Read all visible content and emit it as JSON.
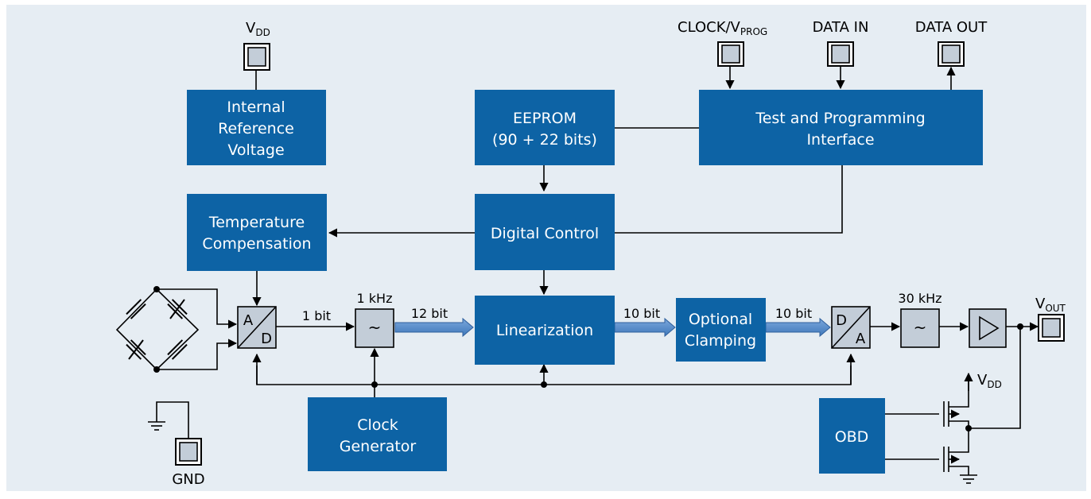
{
  "pins": {
    "vdd": {
      "main": "V",
      "sub": "DD"
    },
    "clock": {
      "main": "CLOCK/V",
      "sub": "PROG"
    },
    "data_in": "DATA IN",
    "data_out": "DATA OUT",
    "vout": {
      "main": "V",
      "sub": "OUT"
    },
    "gnd": "GND",
    "vdd2": {
      "main": "V",
      "sub": "DD"
    }
  },
  "blocks": {
    "ref_voltage": [
      "Internal",
      "Reference",
      "Voltage"
    ],
    "eeprom": [
      "EEPROM",
      "(90 + 22 bits)"
    ],
    "test_prog": [
      "Test and Programming",
      "Interface"
    ],
    "temp_comp": [
      "Temperature",
      "Compensation"
    ],
    "digital_control": "Digital Control",
    "linearization": "Linearization",
    "optional_clamping": [
      "Optional",
      "Clamping"
    ],
    "clock_generator": [
      "Clock",
      "Generator"
    ],
    "obd": "OBD"
  },
  "converters": {
    "ad": {
      "top": "A",
      "bottom": "D"
    },
    "da": {
      "top": "D",
      "bottom": "A"
    },
    "filter_symbol": "~"
  },
  "signals": {
    "one_bit": "1 bit",
    "one_khz": "1 kHz",
    "twelve_bit": "12 bit",
    "ten_bit_a": "10 bit",
    "ten_bit_b": "10 bit",
    "thirty_khz": "30 kHz"
  },
  "colors": {
    "block_fill": "#0d63a5",
    "background": "#e6edf3",
    "gray_block": "#c3cdd8",
    "bus_arrow": "#4f86c6"
  }
}
